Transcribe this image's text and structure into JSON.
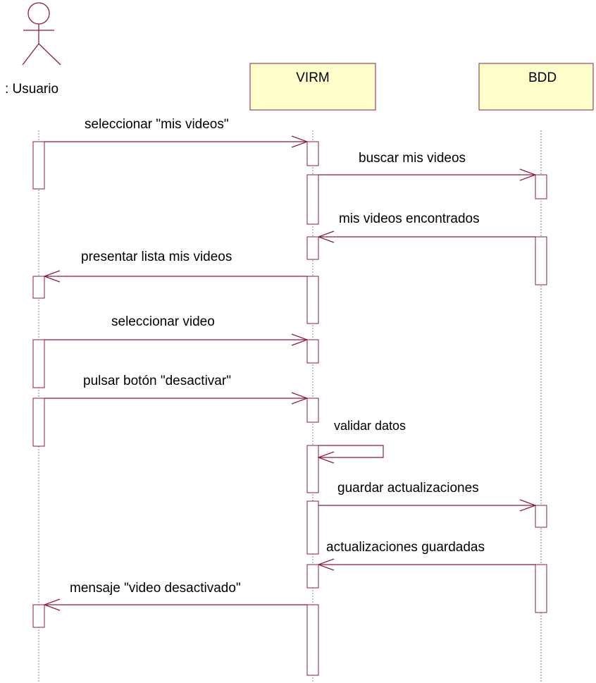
{
  "participants": {
    "actor": ": Usuario",
    "virm": "VIRM",
    "bdd": "BDD"
  },
  "messages": [
    "seleccionar \"mis videos\"",
    "buscar mis videos",
    "mis videos encontrados",
    "presentar lista mis videos",
    "seleccionar video",
    "pulsar botón \"desactivar\"",
    "validar datos",
    "guardar actualizaciones",
    "actualizaciones guardadas",
    "mensaje \"video desactivado\""
  ],
  "colors": {
    "line": "#8b1a4a",
    "participant_fill": "#ffffcc",
    "lifeline": "#808080"
  }
}
